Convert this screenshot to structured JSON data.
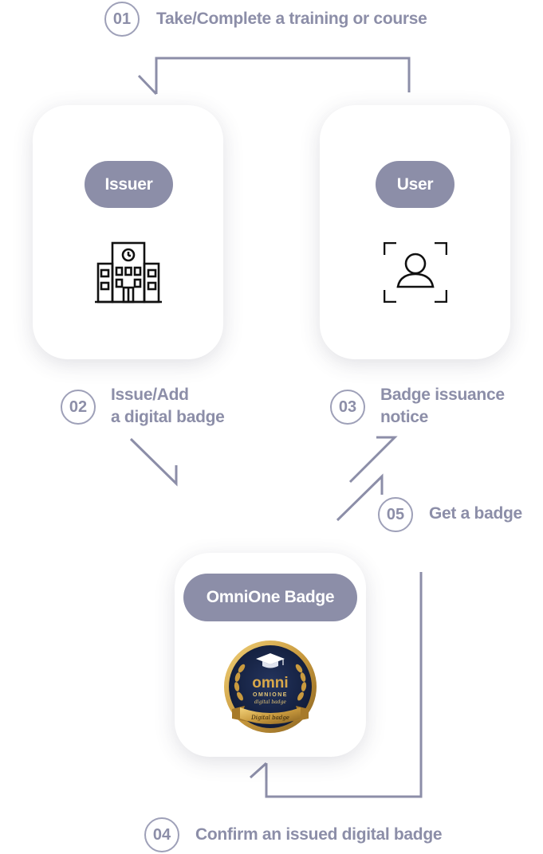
{
  "nodes": {
    "issuer": {
      "label": "Issuer",
      "icon": "school-building-icon"
    },
    "user": {
      "label": "User",
      "icon": "user-scan-icon"
    },
    "badge": {
      "label": "OmniOne Badge",
      "icon": "omnione-digital-badge-icon",
      "emblem_text": {
        "brand": "omni",
        "sub": "OMNIONE",
        "script": "digital badge",
        "ribbon": "Digital badge"
      }
    }
  },
  "steps": [
    {
      "number": "01",
      "text": "Take/Complete a training or course"
    },
    {
      "number": "02",
      "line1": "Issue/Add",
      "line2": "a digital badge"
    },
    {
      "number": "03",
      "line1": "Badge issuance",
      "line2": "notice"
    },
    {
      "number": "04",
      "text": "Confirm an issued digital badge"
    },
    {
      "number": "05",
      "text": "Get a badge"
    }
  ],
  "colors": {
    "accent": "#8c8ea8",
    "line": "#8c8ea8",
    "badge_navy": "#162447",
    "badge_gold": "#c99a3e"
  }
}
